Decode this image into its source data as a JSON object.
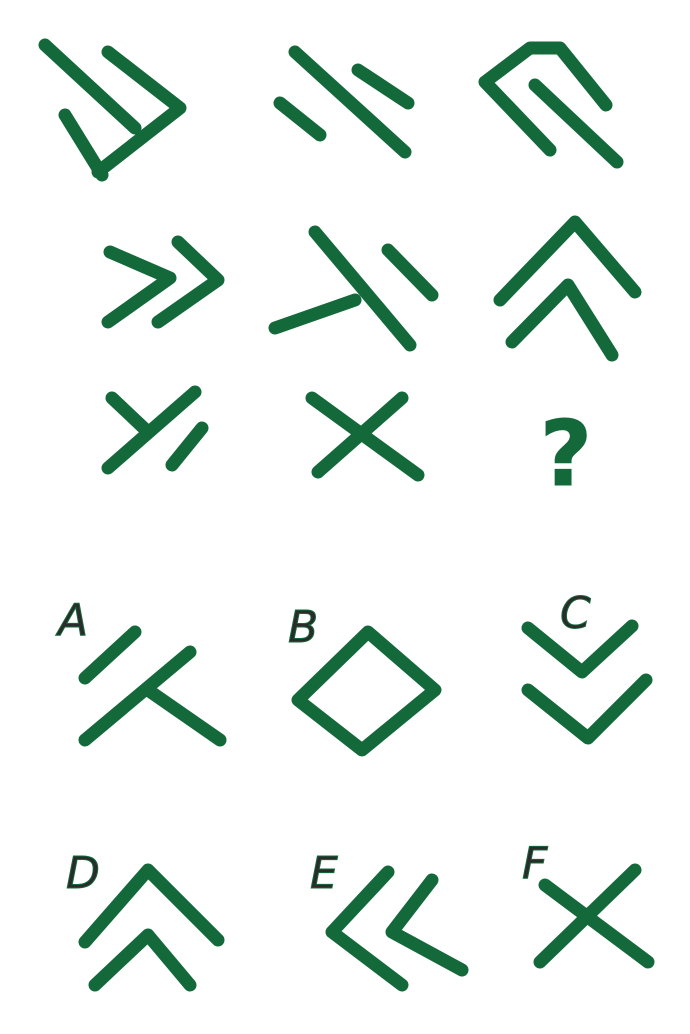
{
  "colors": {
    "ink": "#14693a",
    "letter": "#2b2b2b"
  },
  "puzzle": {
    "question_mark": "?"
  },
  "options": [
    {
      "letter": "A"
    },
    {
      "letter": "B"
    },
    {
      "letter": "C"
    },
    {
      "letter": "D"
    },
    {
      "letter": "E"
    },
    {
      "letter": "F"
    }
  ]
}
